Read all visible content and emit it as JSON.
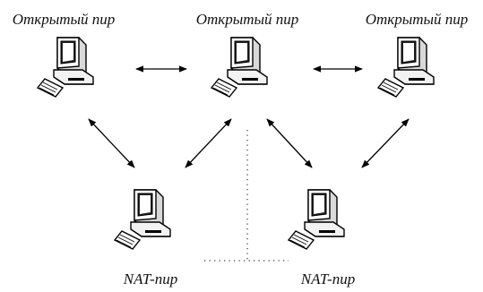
{
  "diagram": {
    "nodes": [
      {
        "id": "peer1",
        "label": "Открытый пир",
        "kind": "open-peer"
      },
      {
        "id": "peer2",
        "label": "Открытый пир",
        "kind": "open-peer"
      },
      {
        "id": "peer3",
        "label": "Открытый пир",
        "kind": "open-peer"
      },
      {
        "id": "nat1",
        "label": "NAT-пир",
        "kind": "nat-peer"
      },
      {
        "id": "nat2",
        "label": "NAT-пир",
        "kind": "nat-peer"
      }
    ],
    "edges": [
      {
        "from": "peer1",
        "to": "peer2",
        "style": "bidirectional-arrow"
      },
      {
        "from": "peer2",
        "to": "peer3",
        "style": "bidirectional-arrow"
      },
      {
        "from": "peer1",
        "to": "nat1",
        "style": "bidirectional-arrow"
      },
      {
        "from": "peer2",
        "to": "nat1",
        "style": "bidirectional-arrow"
      },
      {
        "from": "peer2",
        "to": "nat2",
        "style": "bidirectional-arrow"
      },
      {
        "from": "peer3",
        "to": "nat2",
        "style": "bidirectional-arrow"
      }
    ],
    "separator": {
      "style": "dotted",
      "description": "NAT boundary"
    }
  }
}
